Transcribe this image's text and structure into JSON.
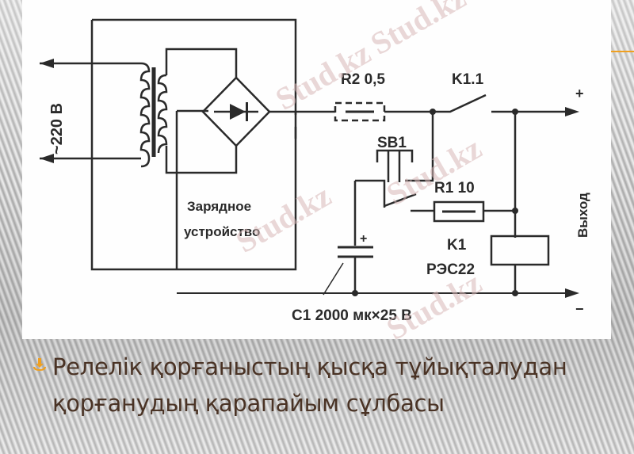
{
  "slide": {
    "accent_color": "#f0a020",
    "text_color": "#4a3325",
    "caption": {
      "bullet_icon": "hand-down-icon",
      "line1": "Релелік қорғаныстың қысқа тұйықталудан",
      "line2": "қорғанудың қарапайым сұлбасы"
    }
  },
  "schematic": {
    "input_label": "~220 В",
    "r2_label": "R2 0,5",
    "k11_label": "K1.1",
    "sb1_label": "SB1",
    "r1_label": "R1 10",
    "k1_label": "K1",
    "relay_label": "РЭС22",
    "c1_label": "C1 2000 мк×25 В",
    "charger_line1": "Зарядное",
    "charger_line2": "устройство",
    "output_label": "Выход",
    "plus": "+",
    "minus": "−",
    "cap_plus": "+",
    "watermark": "Stud.kz"
  }
}
